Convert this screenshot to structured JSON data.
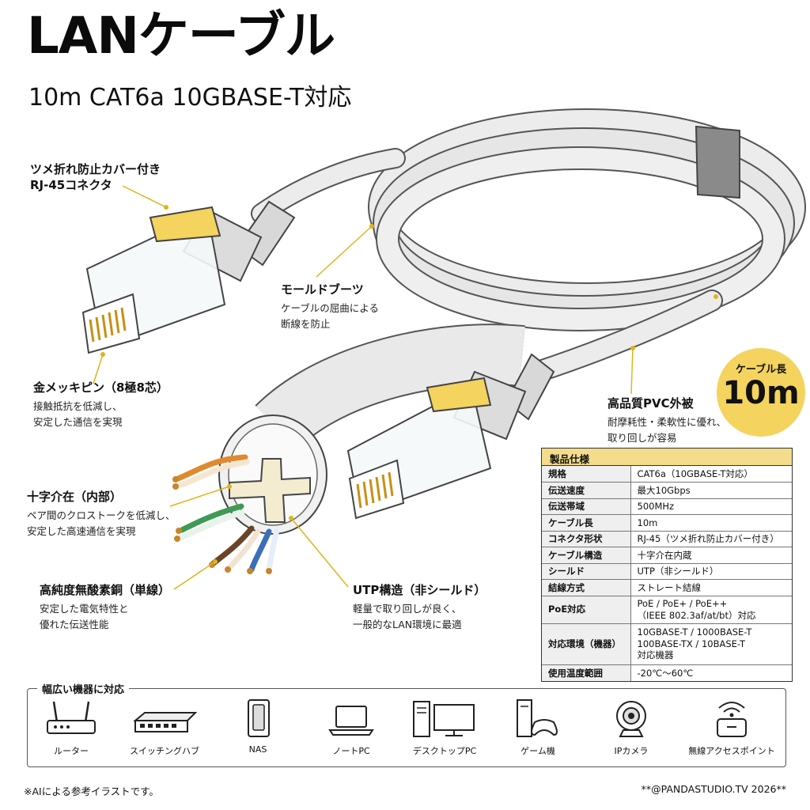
{
  "title": "LANケーブル",
  "subtitle": "10m CAT6a 10GBASE-T対応",
  "annotations": {
    "connector": {
      "heading_line1": "ツメ折れ防止カバー付き",
      "heading_line2": "RJ-45コネクタ"
    },
    "boot": {
      "heading": "モールドブーツ",
      "desc_line1": "ケーブルの屈曲による",
      "desc_line2": "断線を防止"
    },
    "pins": {
      "heading": "金メッキピン（8極8芯）",
      "desc_line1": "接触抵抗を低減し、",
      "desc_line2": "安定した通信を実現"
    },
    "separator": {
      "heading": "十字介在（内部）",
      "desc_line1": "ペア間のクロストークを低減し、",
      "desc_line2": "安定した高速通信を実現"
    },
    "copper": {
      "heading": "高純度無酸素銅（単線）",
      "desc_line1": "安定した電気特性と",
      "desc_line2": "優れた伝送性能"
    },
    "utp": {
      "heading": "UTP構造（非シールド）",
      "desc_line1": "軽量で取り回しが良く、",
      "desc_line2": "一般的なLAN環境に最適"
    },
    "pvc": {
      "heading": "高品質PVC外被",
      "desc_line1": "耐摩耗性・柔軟性に優れ、",
      "desc_line2": "取り回しが容易"
    }
  },
  "badge": {
    "label": "ケーブル長",
    "value": "10m"
  },
  "spec": {
    "header": "製品仕様",
    "rows": [
      {
        "key": "規格",
        "value": "CAT6a（10GBASE-T対応）"
      },
      {
        "key": "伝送速度",
        "value": "最大10Gbps"
      },
      {
        "key": "伝送帯域",
        "value": "500MHz"
      },
      {
        "key": "ケーブル長",
        "value": "10m"
      },
      {
        "key": "コネクタ形状",
        "value": "RJ-45（ツメ折れ防止カバー付き）"
      },
      {
        "key": "ケーブル構造",
        "value": "十字介在内蔵"
      },
      {
        "key": "シールド",
        "value": "UTP（非シールド）"
      },
      {
        "key": "結線方式",
        "value": "ストレート結線"
      },
      {
        "key": "PoE対応",
        "value_line1": "PoE / PoE+ / PoE++",
        "value_line2": "（IEEE 802.3af/at/bt）対応"
      },
      {
        "key": "対応環境（機器）",
        "value_line1": "10GBASE-T / 1000BASE-T",
        "value_line2": "100BASE-TX / 10BASE-T",
        "value_line3": "対応機器"
      },
      {
        "key": "使用温度範囲",
        "value": "-20℃〜60℃"
      }
    ]
  },
  "devices": {
    "heading": "幅広い機器に対応",
    "items": [
      {
        "label": "ルーター",
        "icon": "router-icon"
      },
      {
        "label": "スイッチングハブ",
        "icon": "switching-hub-icon"
      },
      {
        "label": "NAS",
        "icon": "nas-icon"
      },
      {
        "label": "ノートPC",
        "icon": "laptop-icon"
      },
      {
        "label": "デスクトップPC",
        "icon": "desktop-pc-icon"
      },
      {
        "label": "ゲーム機",
        "icon": "game-console-icon"
      },
      {
        "label": "IPカメラ",
        "icon": "ip-camera-icon"
      },
      {
        "label": "無線アクセスポイント",
        "icon": "wireless-ap-icon"
      }
    ]
  },
  "footer": {
    "note": "※AIによる参考イラストです。",
    "credit": "**@PANDASTUDIO.TV 2026**"
  },
  "colors": {
    "accent": "#f4d35e",
    "spec_header": "#f3dc8b",
    "cable": "#e9e9e9",
    "gold": "#d9a520"
  }
}
